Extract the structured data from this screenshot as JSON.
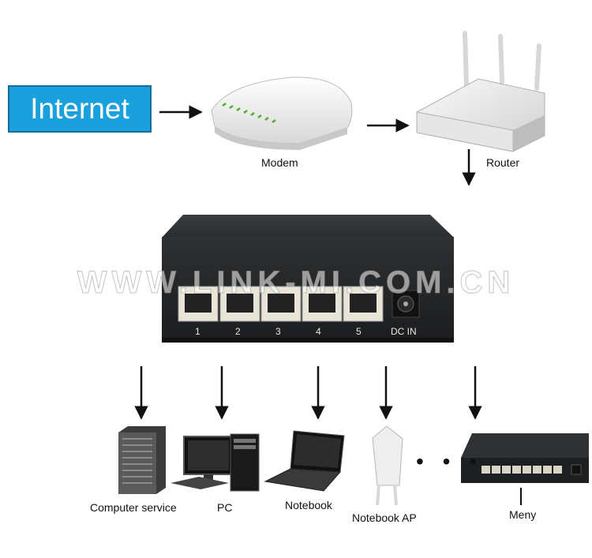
{
  "internet_label": "Internet",
  "devices": {
    "modem": "Modem",
    "router": "Router"
  },
  "switch": {
    "ports": [
      "1",
      "2",
      "3",
      "4",
      "5"
    ],
    "dc_label": "DC IN"
  },
  "watermark": "WWW.LINK-MI.COM.CN",
  "endpoints": {
    "computer_service": "Computer service",
    "pc": "PC",
    "notebook": "Notebook",
    "notebook_ap": "Notebook  AP",
    "meny": "Meny"
  },
  "ellipsis": "• • •",
  "colors": {
    "internet_box": "#1aa0dc",
    "frame": "#1d74b8",
    "arrow": "#111111"
  }
}
